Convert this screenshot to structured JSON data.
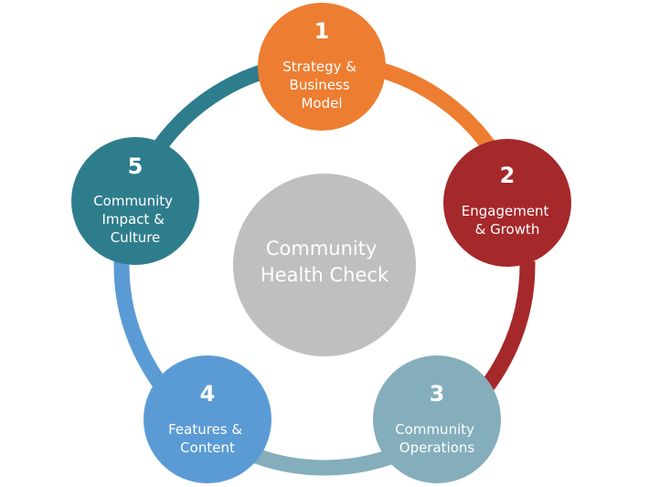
{
  "diagram": {
    "center": {
      "lines": [
        "Community",
        "Health Check"
      ],
      "color": "#bfbfbf"
    },
    "nodes": [
      {
        "number": "1",
        "lines": [
          "Strategy &",
          "Business",
          "Model"
        ],
        "color": "#ed7d31",
        "arc_color": "#ed7d31"
      },
      {
        "number": "2",
        "lines": [
          "Engagement",
          "& Growth"
        ],
        "color": "#a5282b",
        "arc_color": "#a5282b"
      },
      {
        "number": "3",
        "lines": [
          "Community",
          "Operations"
        ],
        "color": "#84aebb",
        "arc_color": "#84aebb"
      },
      {
        "number": "4",
        "lines": [
          "Features &",
          "Content"
        ],
        "color": "#5b9bd5",
        "arc_color": "#5b9bd5"
      },
      {
        "number": "5",
        "lines": [
          "Community",
          "Impact &",
          "Culture"
        ],
        "color": "#2e7d8c",
        "arc_color": "#2e7d8c"
      }
    ]
  }
}
